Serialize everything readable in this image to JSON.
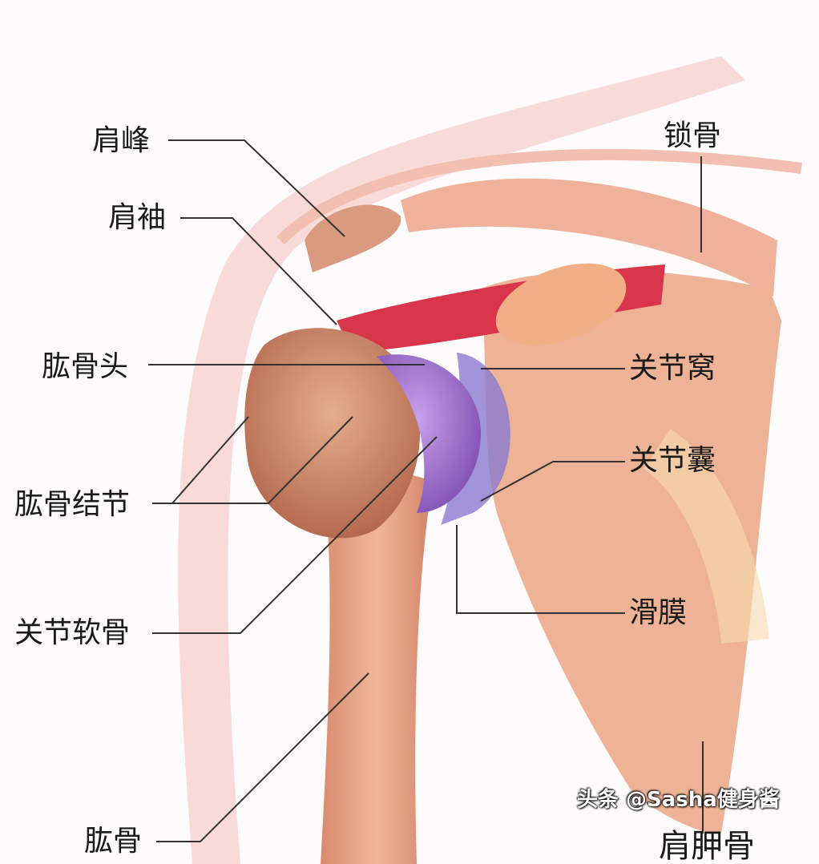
{
  "labels": {
    "acromion": "肩峰",
    "clavicle": "锁骨",
    "rotator_cuff": "肩袖",
    "humeral_head": "肱骨头",
    "glenoid_fossa": "关节窝",
    "joint_capsule": "关节囊",
    "humeral_tubercle": "肱骨结节",
    "articular_cartilage": "关节软骨",
    "synovium": "滑膜",
    "humerus": "肱骨",
    "scapula": "肩胛骨"
  },
  "watermark": "头条 @Sasha健身酱",
  "colors": {
    "bone": "#e9a98a",
    "cartilage": "#a77ad0",
    "rotator_cuff": "#d8344a",
    "skin_outline": "#f2c2c0",
    "leader_line": "#333333"
  }
}
